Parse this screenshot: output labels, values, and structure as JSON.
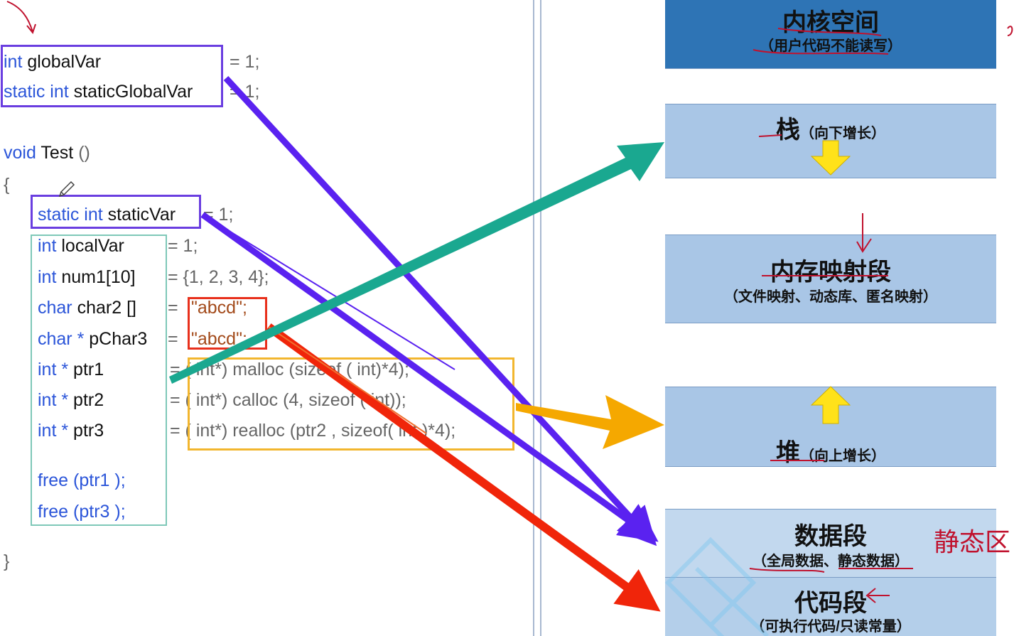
{
  "code": {
    "global_var": {
      "type": "int",
      "name": "globalVar",
      "rest": "= 1;"
    },
    "static_global_var": {
      "type": "static int",
      "name": "staticGlobalVar",
      "rest": "= 1;"
    },
    "func_decl": {
      "type": "void",
      "name": "Test",
      "rest": "()"
    },
    "open_brace": "{",
    "close_brace": "}",
    "lines": [
      {
        "type": "static int",
        "name": "staticVar",
        "rest": "= 1;"
      },
      {
        "type": "int",
        "name": "localVar",
        "rest": "= 1;"
      },
      {
        "type": "int",
        "name": "num1[10]",
        "rest": "= {1, 2, 3, 4};"
      },
      {
        "type": "char",
        "name": "char2 []",
        "rest": "= ",
        "str": "\"abcd\";"
      },
      {
        "type": "char *",
        "name": "pChar3",
        "rest": "= ",
        "str": "\"abcd\";"
      },
      {
        "type": "int *",
        "name": "ptr1",
        "rest": "= ( int*) malloc (sizeof ( int)*4);"
      },
      {
        "type": "int *",
        "name": "ptr2",
        "rest": "= ( int*) calloc (4, sizeof ( int));"
      },
      {
        "type": "int *",
        "name": "ptr3",
        "rest": "= ( int*) realloc (ptr2 , sizeof( int )*4);"
      }
    ],
    "free1": "free (ptr1 );",
    "free3": "free (ptr3 );"
  },
  "memory": {
    "kernel": {
      "title": "内核空间",
      "sub": "（用户代码不能读写）"
    },
    "stack": {
      "title": "栈",
      "sub": "（向下增长）"
    },
    "mmap": {
      "title": "内存映射段",
      "sub": "（文件映射、动态库、匿名映射）"
    },
    "heap": {
      "title": "堆",
      "sub": "（向上增长）"
    },
    "data": {
      "title": "数据段",
      "sub": "（全局数据、静态数据）"
    },
    "code": {
      "title": "代码段",
      "sub": "（可执行代码/只读常量）"
    }
  },
  "annotation": {
    "static_area": "静态区"
  },
  "colors": {
    "kernel_bg": "#2e74b5",
    "segment_bg": "#a9c6e6",
    "gap_bg": "#ffffff",
    "purple": "#5a22f0",
    "teal": "#1aa890",
    "orange": "#f5a800",
    "red": "#f0250a",
    "ink": "#c0122e"
  }
}
